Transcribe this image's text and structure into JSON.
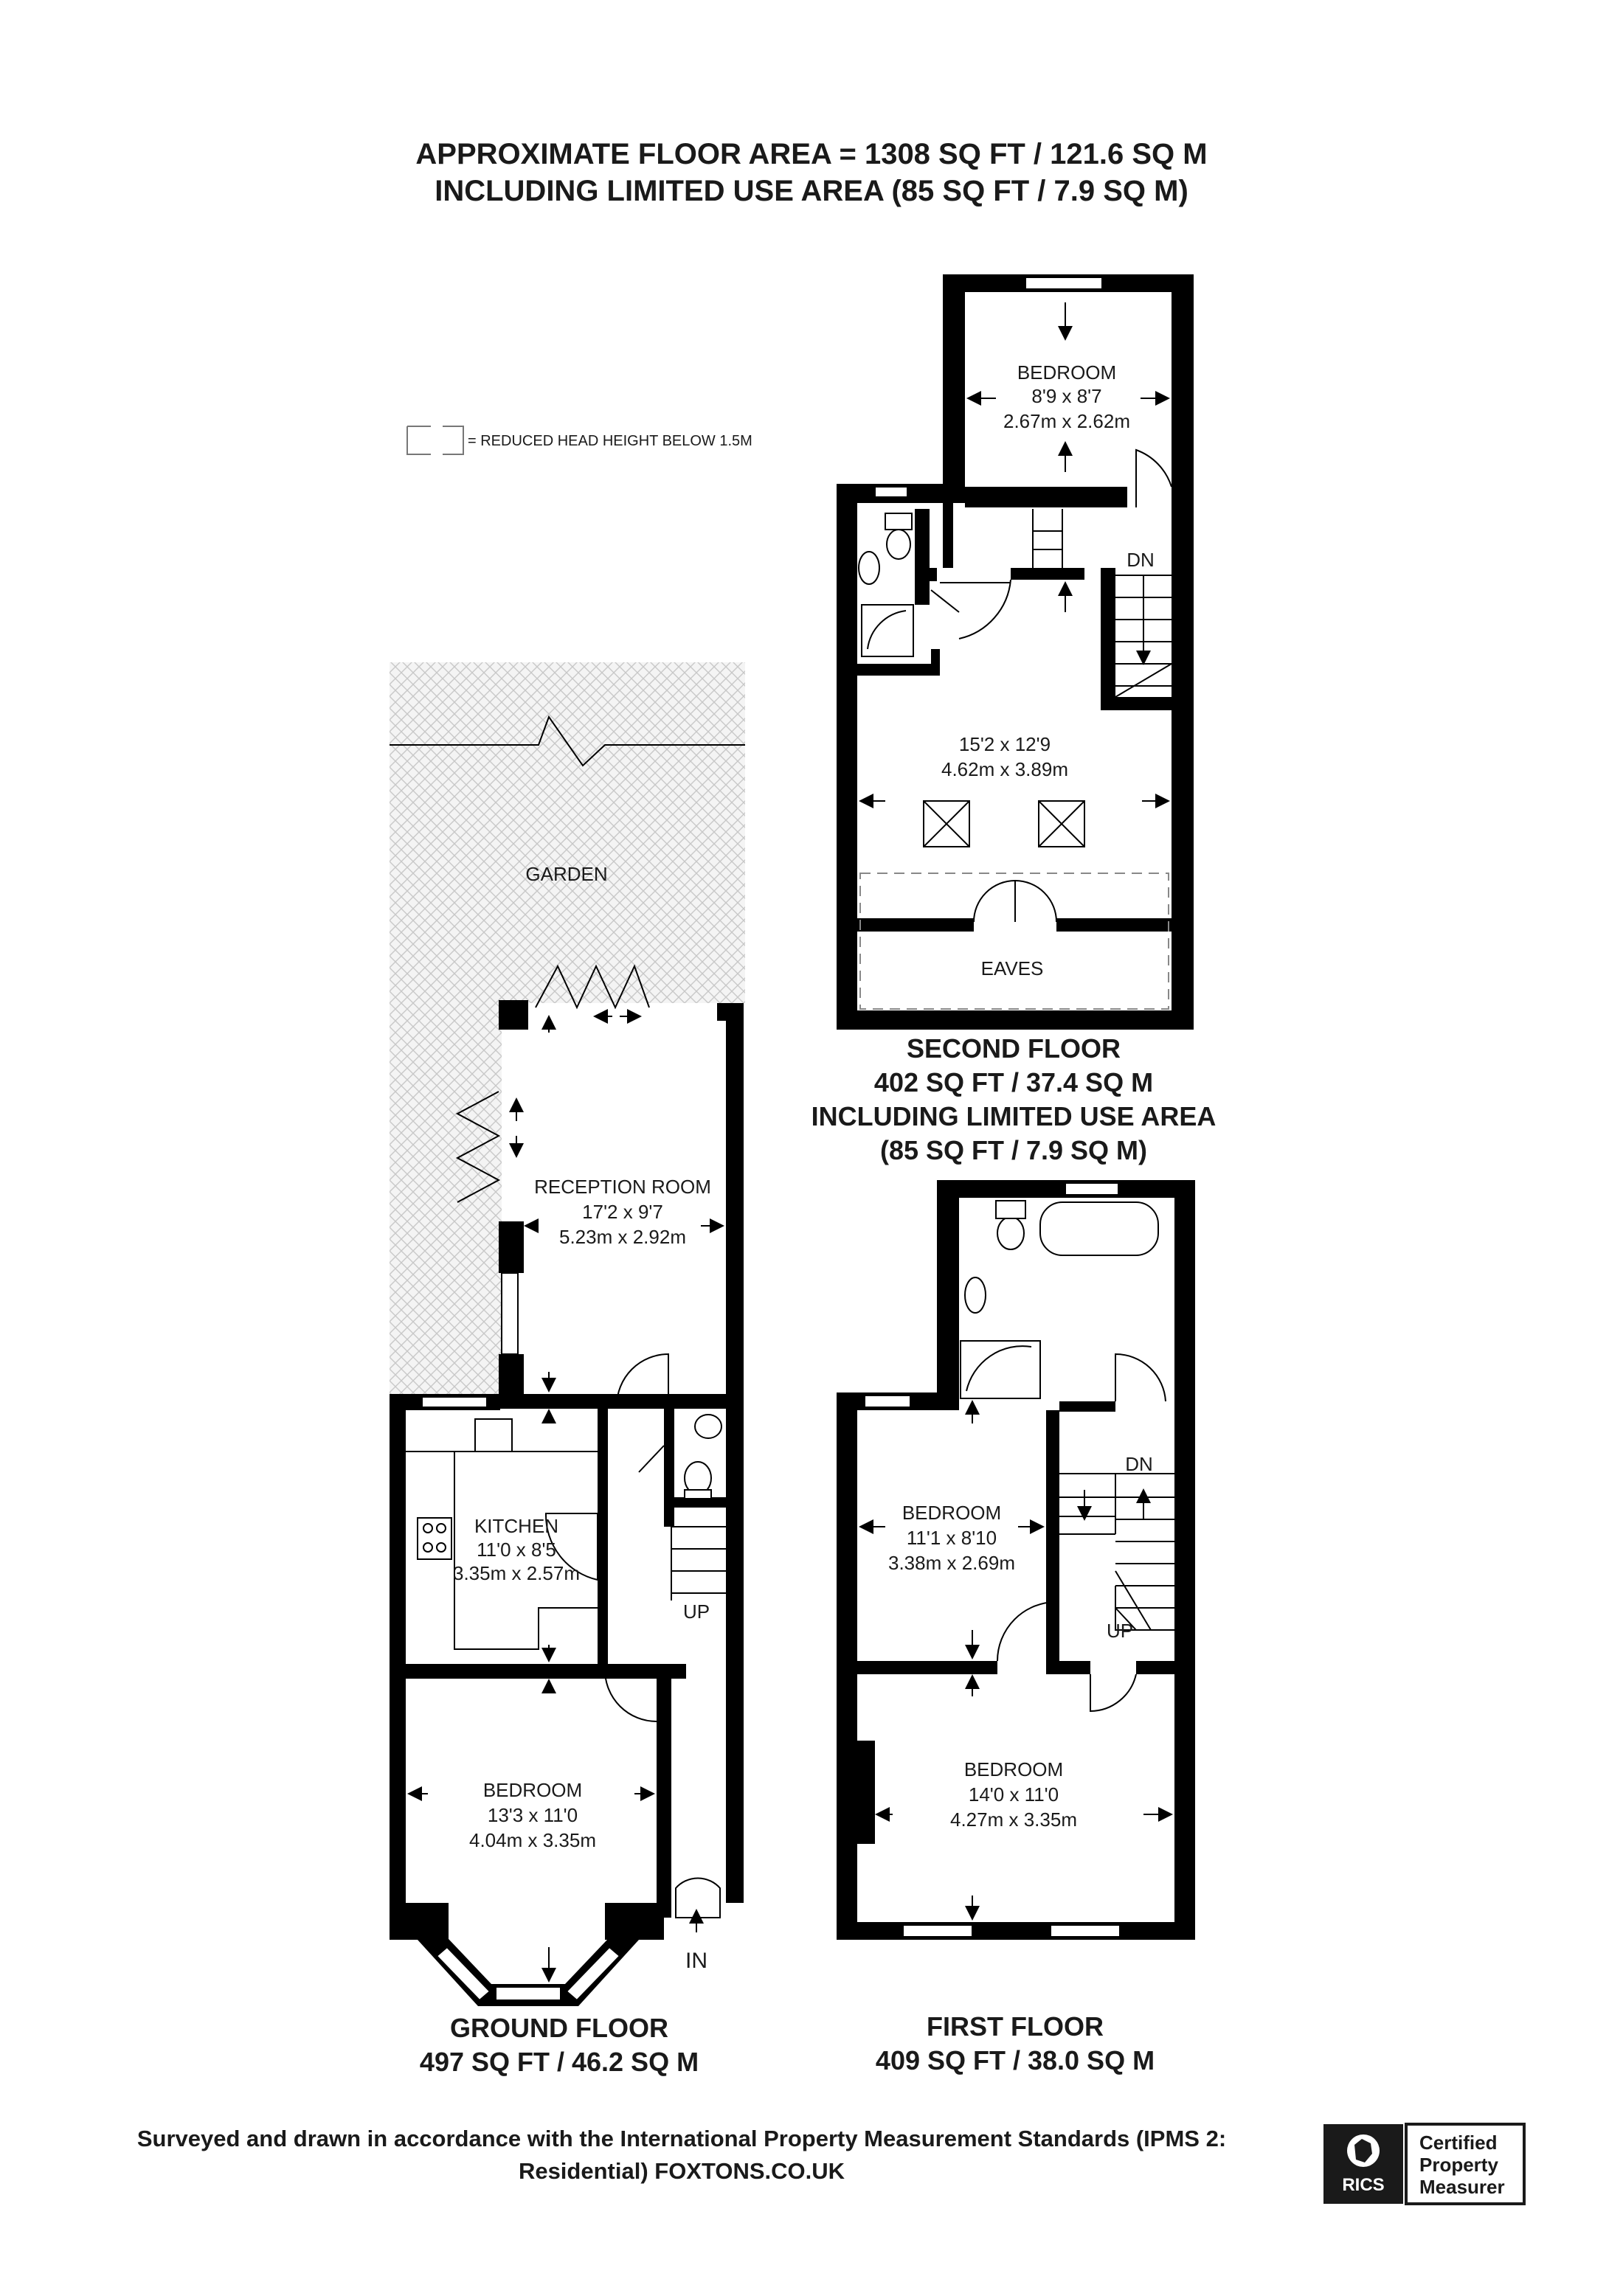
{
  "header": {
    "line1": "APPROXIMATE FLOOR AREA = 1308 SQ FT / 121.6 SQ M",
    "line2": "INCLUDING LIMITED USE AREA (85 SQ FT / 7.9 SQ M)"
  },
  "legend": {
    "text": "= REDUCED HEAD HEIGHT BELOW 1.5M"
  },
  "second_floor": {
    "label": [
      "SECOND FLOOR",
      "402 SQ FT / 37.4 SQ M",
      "INCLUDING LIMITED USE AREA",
      "(85 SQ FT / 7.9 SQ M)"
    ],
    "bedroom": {
      "name": "BEDROOM",
      "imperial": "8'9 x 8'7",
      "metric": "2.67m x 2.62m"
    },
    "main_room": {
      "imperial": "15'2 x 12'9",
      "metric": "4.62m x 3.89m"
    },
    "eaves": "EAVES",
    "stair": "DN"
  },
  "first_floor": {
    "label": [
      "FIRST FLOOR",
      "409 SQ FT / 38.0 SQ M"
    ],
    "bedroom_back": {
      "name": "BEDROOM",
      "imperial": "11'1 x 8'10",
      "metric": "3.38m x 2.69m"
    },
    "bedroom_front": {
      "name": "BEDROOM",
      "imperial": "14'0 x 11'0",
      "metric": "4.27m x 3.35m"
    },
    "stair_dn": "DN",
    "stair_up": "UP"
  },
  "ground_floor": {
    "label": [
      "GROUND FLOOR",
      "497 SQ FT / 46.2 SQ M"
    ],
    "garden": "GARDEN",
    "reception": {
      "name": "RECEPTION ROOM",
      "imperial": "17'2 x 9'7",
      "metric": "5.23m x 2.92m"
    },
    "kitchen": {
      "name": "KITCHEN",
      "imperial": "11'0 x 8'5",
      "metric": "3.35m x 2.57m"
    },
    "bedroom": {
      "name": "BEDROOM",
      "imperial": "13'3 x 11'0",
      "metric": "4.04m x 3.35m"
    },
    "stair_up": "UP",
    "entrance": "IN"
  },
  "footer": {
    "line1": "Surveyed and drawn in accordance with the International Property Measurement Standards (IPMS 2:",
    "line2": "Residential) FOXTONS.CO.UK"
  },
  "badge": {
    "brand": "RICS",
    "line1": "Certified",
    "line2": "Property",
    "line3": "Measurer"
  }
}
